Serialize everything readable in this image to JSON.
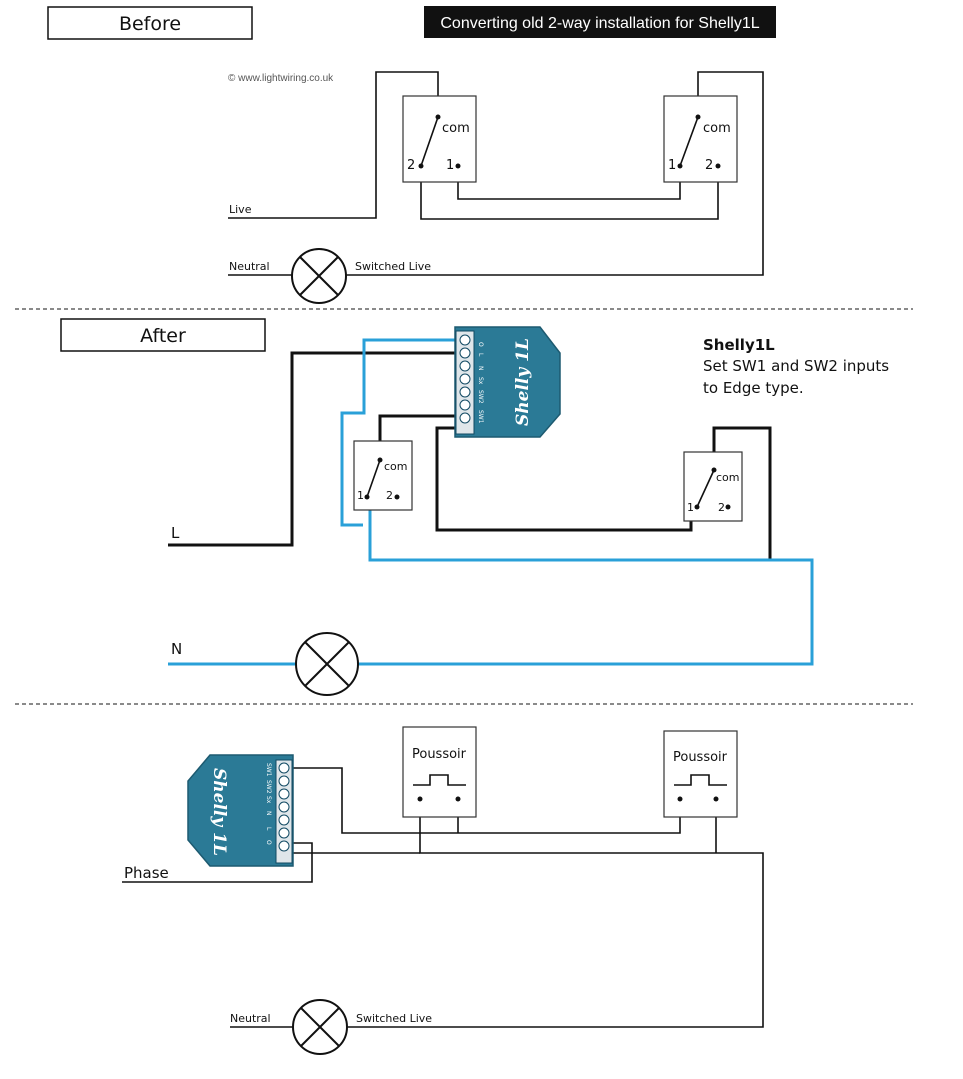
{
  "title_banner": "Converting old 2-way installation for Shelly1L",
  "sections": {
    "before": {
      "heading": "Before",
      "copyright": "© www.lightwiring.co.uk",
      "live": "Live",
      "neutral": "Neutral",
      "switched_live": "Switched Live",
      "switch_left": {
        "com": "com",
        "t1": "1",
        "t2": "2"
      },
      "switch_right": {
        "com": "com",
        "t1": "1",
        "t2": "2"
      }
    },
    "after": {
      "heading": "After",
      "L": "L",
      "N": "N",
      "note_title": "Shelly1L",
      "note_line1": "Set SW1 and SW2 inputs",
      "note_line2": "to Edge type.",
      "switch_left": {
        "com": "com",
        "t1": "1",
        "t2": "2"
      },
      "switch_right": {
        "com": "com",
        "t1": "1",
        "t2": "2"
      },
      "device_label": "Shelly 1L",
      "device_pins": [
        "SW1",
        "SW2",
        "Sx",
        "N",
        "L",
        "O"
      ]
    },
    "third": {
      "phase": "Phase",
      "neutral": "Neutral",
      "switched_live": "Switched Live",
      "push_left": "Poussoir",
      "push_right": "Poussoir",
      "device_label": "Shelly 1L",
      "device_pins": [
        "SW1",
        "SW2",
        "Sx",
        "N",
        "L",
        "O"
      ]
    }
  },
  "colors": {
    "wire_blue": "#2aa0d8",
    "device_teal": "#2b7a96",
    "banner_bg": "#111111"
  }
}
